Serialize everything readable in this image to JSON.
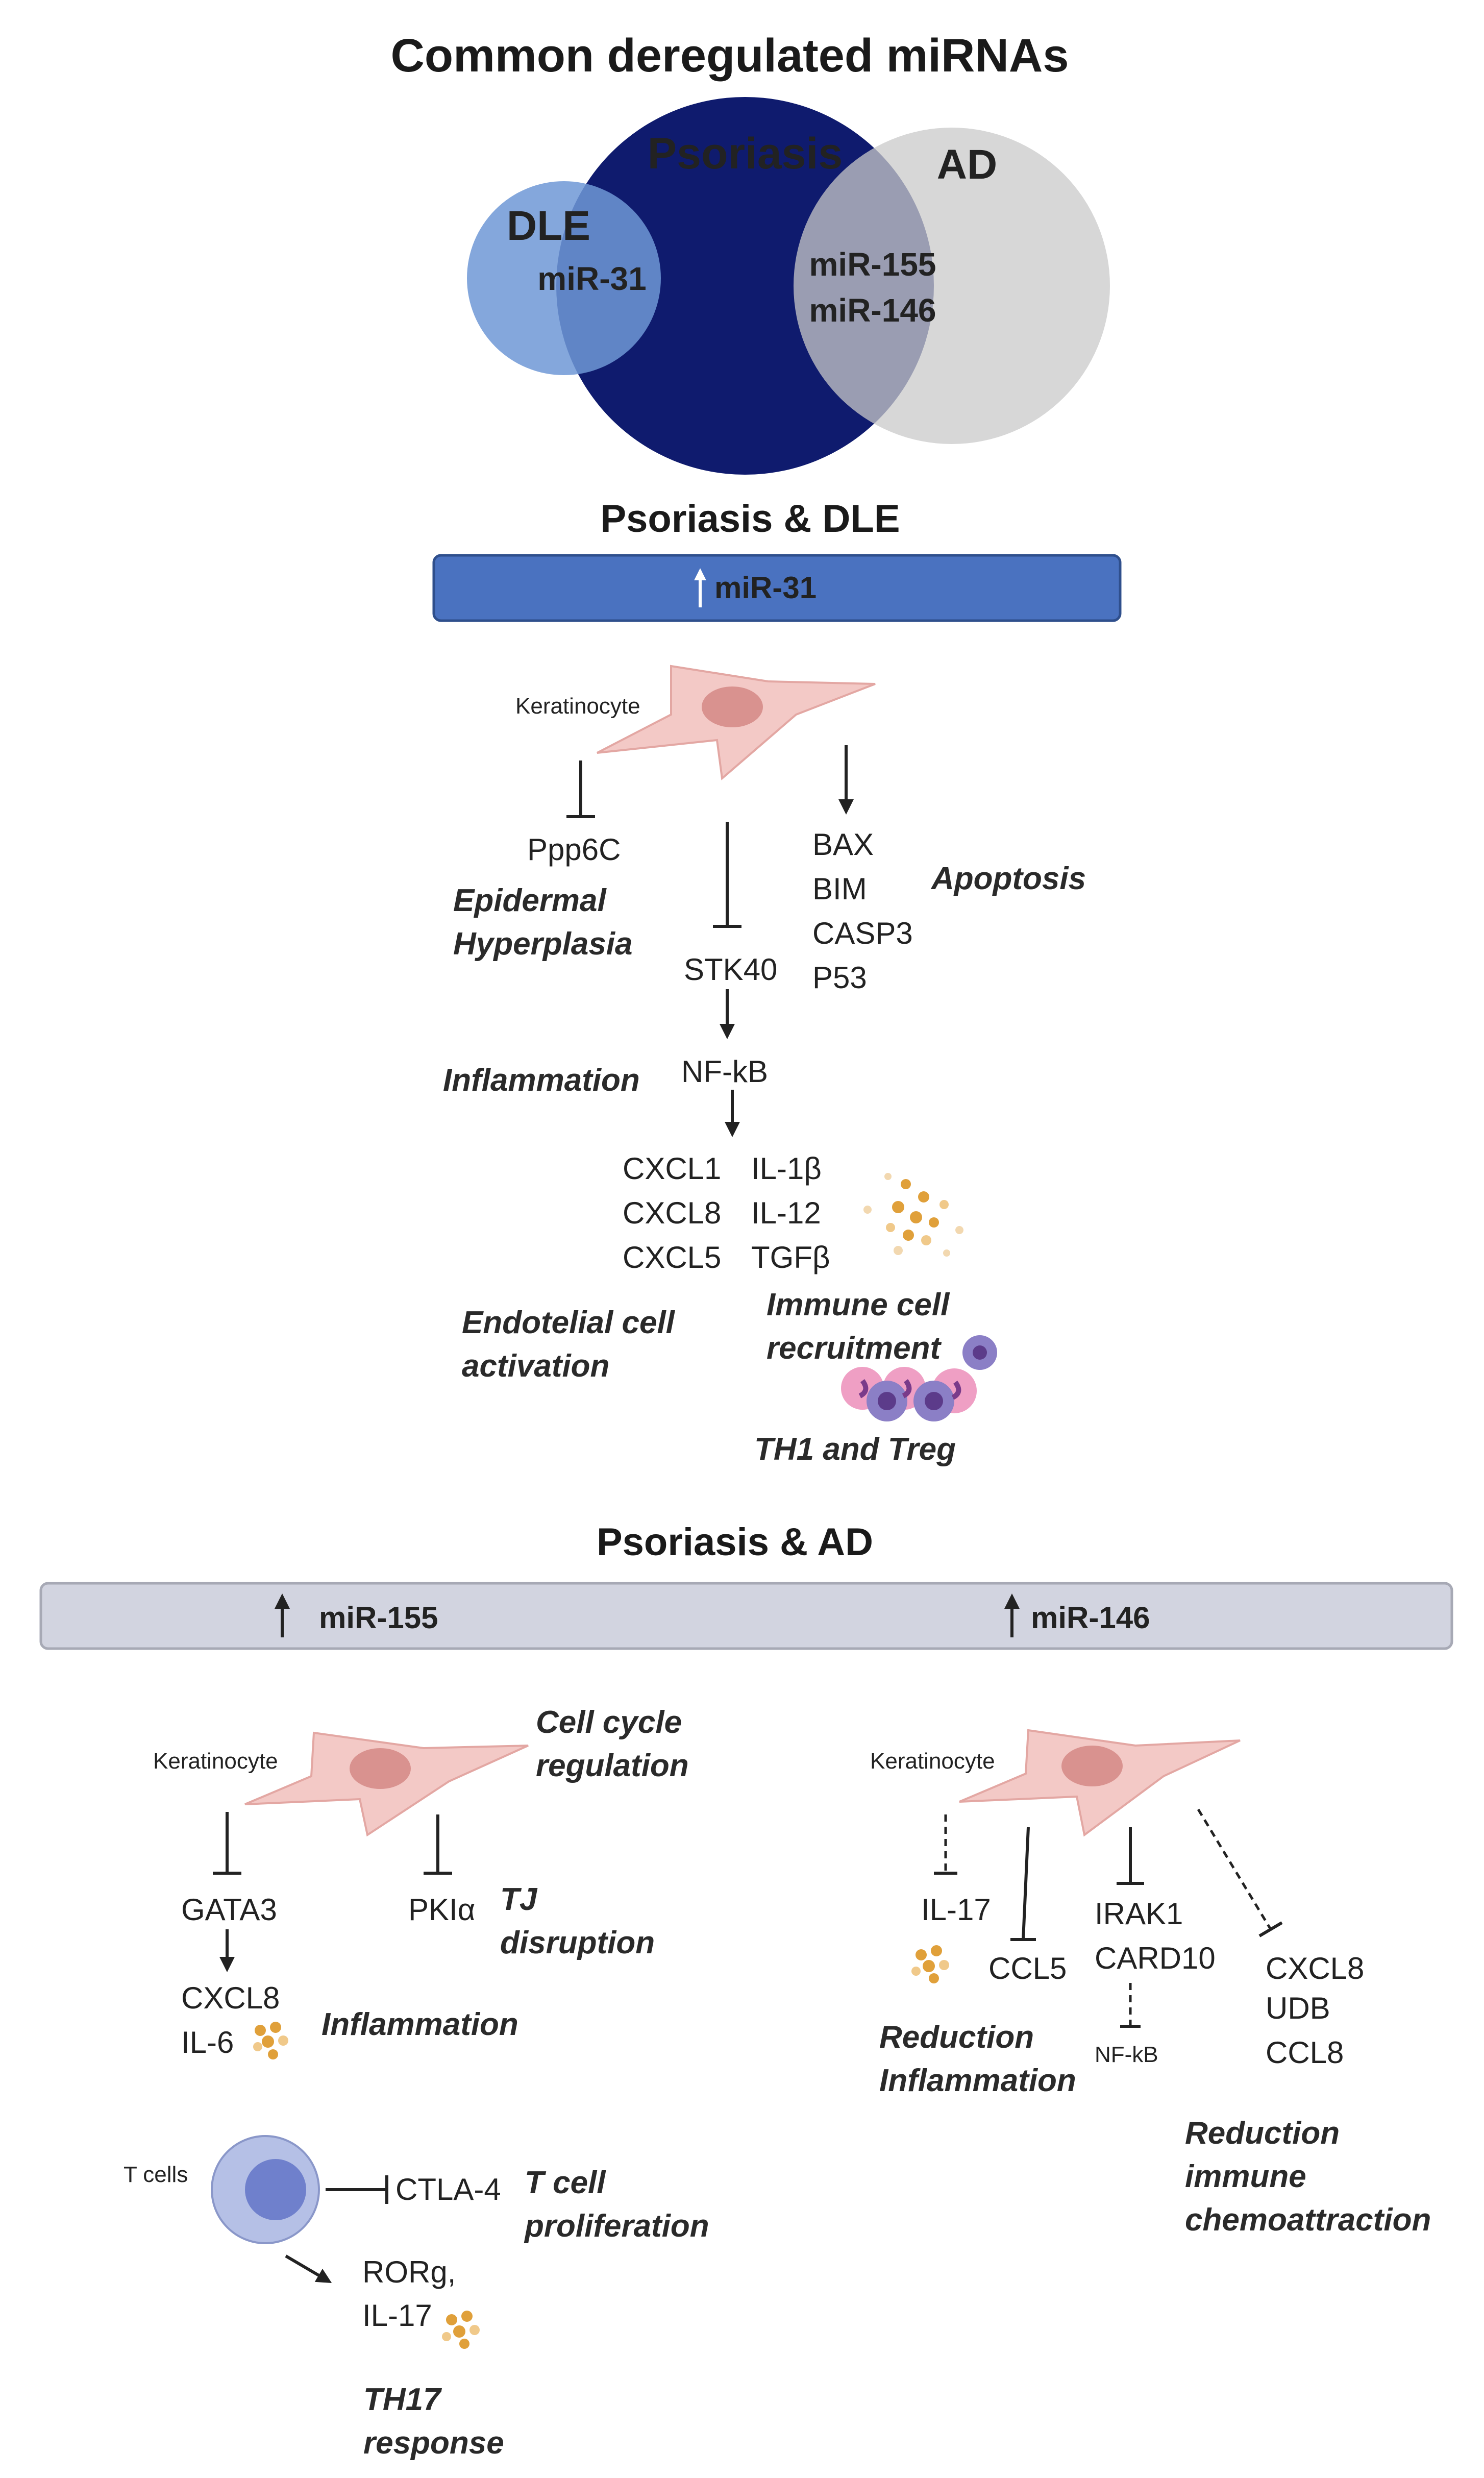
{
  "title": "Common deregulated miRNAs",
  "venn": {
    "psoriasis": "Psoriasis",
    "ad": "AD",
    "dle": "DLE",
    "dle_psoriasis": "miR-31",
    "psoriasis_ad_1": "miR-155",
    "psoriasis_ad_2": "miR-146"
  },
  "dle_section": {
    "title": "Psoriasis & DLE",
    "banner": "miR-31",
    "cell_label": "Keratinocyte",
    "ppp6c": "Ppp6C",
    "hyperplasia_1": "Epidermal",
    "hyperplasia_2": "Hyperplasia",
    "apoptosis_genes": [
      "BAX",
      "BIM",
      "CASP3",
      "P53"
    ],
    "apoptosis": "Apoptosis",
    "stk40": "STK40",
    "nfkb": "NF-kB",
    "inflammation": "Inflammation",
    "chemokines": [
      "CXCL1",
      "CXCL8",
      "CXCL5"
    ],
    "cytokines": [
      "IL-1β",
      "IL-12",
      "TGFβ"
    ],
    "endotelial_1": "Endotelial cell",
    "endotelial_2": "activation",
    "immune_1": "Immune cell",
    "immune_2": "recruitment",
    "th1_treg": "TH1 and Treg"
  },
  "ad_section": {
    "title": "Psoriasis & AD",
    "banner_left": "miR-155",
    "banner_right": "miR-146",
    "left": {
      "cell_label": "Keratinocyte",
      "cell_cycle_1": "Cell cycle",
      "cell_cycle_2": "regulation",
      "gata3": "GATA3",
      "pkia": "PKIα",
      "tj_1": "TJ",
      "tj_2": "disruption",
      "cxcl8": "CXCL8",
      "il6": "IL-6",
      "inflammation": "Inflammation",
      "tcell_label": "T cells",
      "ctla4": "CTLA-4",
      "tcell_prolif_1": "T cell",
      "tcell_prolif_2": "proliferation",
      "rorg": "RORg,",
      "il17": "IL-17",
      "th17_1": "TH17",
      "th17_2": "response"
    },
    "right": {
      "cell_label": "Keratinocyte",
      "il17": "IL-17",
      "ccl5": "CCL5",
      "irak1": "IRAK1",
      "card10": "CARD10",
      "nfkb": "NF-kB",
      "chemokines": [
        "CXCL8",
        "UDB",
        "CCL8"
      ],
      "reduction_infl_1": "Reduction",
      "reduction_infl_2": "Inflammation",
      "reduction_chemo_1": "Reduction",
      "reduction_chemo_2": "immune",
      "reduction_chemo_3": "chemoattraction"
    }
  }
}
